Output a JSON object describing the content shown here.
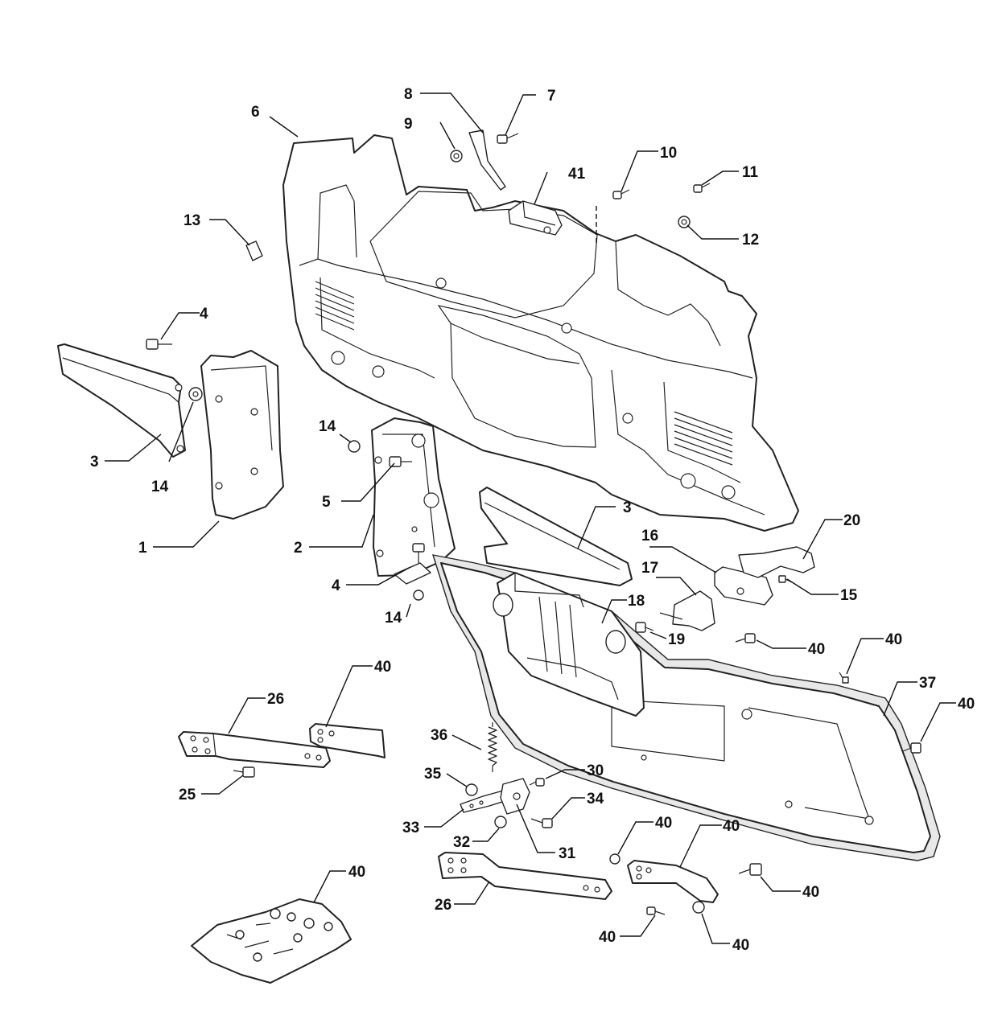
{
  "diagram": {
    "kind": "exploded parts diagram",
    "callouts": [
      {
        "id": "c1",
        "label": "1"
      },
      {
        "id": "c2",
        "label": "2"
      },
      {
        "id": "c3a",
        "label": "3"
      },
      {
        "id": "c3b",
        "label": "3"
      },
      {
        "id": "c4a",
        "label": "4"
      },
      {
        "id": "c4b",
        "label": "4"
      },
      {
        "id": "c5",
        "label": "5"
      },
      {
        "id": "c6",
        "label": "6"
      },
      {
        "id": "c7",
        "label": "7"
      },
      {
        "id": "c8",
        "label": "8"
      },
      {
        "id": "c9",
        "label": "9"
      },
      {
        "id": "c10",
        "label": "10"
      },
      {
        "id": "c11",
        "label": "11"
      },
      {
        "id": "c12",
        "label": "12"
      },
      {
        "id": "c13",
        "label": "13"
      },
      {
        "id": "c14a",
        "label": "14"
      },
      {
        "id": "c14b",
        "label": "14"
      },
      {
        "id": "c14c",
        "label": "14"
      },
      {
        "id": "c15",
        "label": "15"
      },
      {
        "id": "c16",
        "label": "16"
      },
      {
        "id": "c17",
        "label": "17"
      },
      {
        "id": "c18",
        "label": "18"
      },
      {
        "id": "c19",
        "label": "19"
      },
      {
        "id": "c20",
        "label": "20"
      },
      {
        "id": "c25",
        "label": "25"
      },
      {
        "id": "c26a",
        "label": "26"
      },
      {
        "id": "c26b",
        "label": "26"
      },
      {
        "id": "c30",
        "label": "30"
      },
      {
        "id": "c31",
        "label": "31"
      },
      {
        "id": "c32",
        "label": "32"
      },
      {
        "id": "c33",
        "label": "33"
      },
      {
        "id": "c34",
        "label": "34"
      },
      {
        "id": "c35",
        "label": "35"
      },
      {
        "id": "c36",
        "label": "36"
      },
      {
        "id": "c37",
        "label": "37"
      },
      {
        "id": "c40a",
        "label": "40"
      },
      {
        "id": "c40b",
        "label": "40"
      },
      {
        "id": "c40c",
        "label": "40"
      },
      {
        "id": "c40d",
        "label": "40"
      },
      {
        "id": "c40e",
        "label": "40"
      },
      {
        "id": "c40f",
        "label": "40"
      },
      {
        "id": "c40g",
        "label": "40"
      },
      {
        "id": "c40h",
        "label": "40"
      },
      {
        "id": "c40i",
        "label": "40"
      },
      {
        "id": "c40j",
        "label": "40"
      },
      {
        "id": "c41",
        "label": "41"
      }
    ]
  },
  "colors": {
    "line": "#222222",
    "fill": "#ffffff",
    "shade": "#e8e8e8"
  }
}
